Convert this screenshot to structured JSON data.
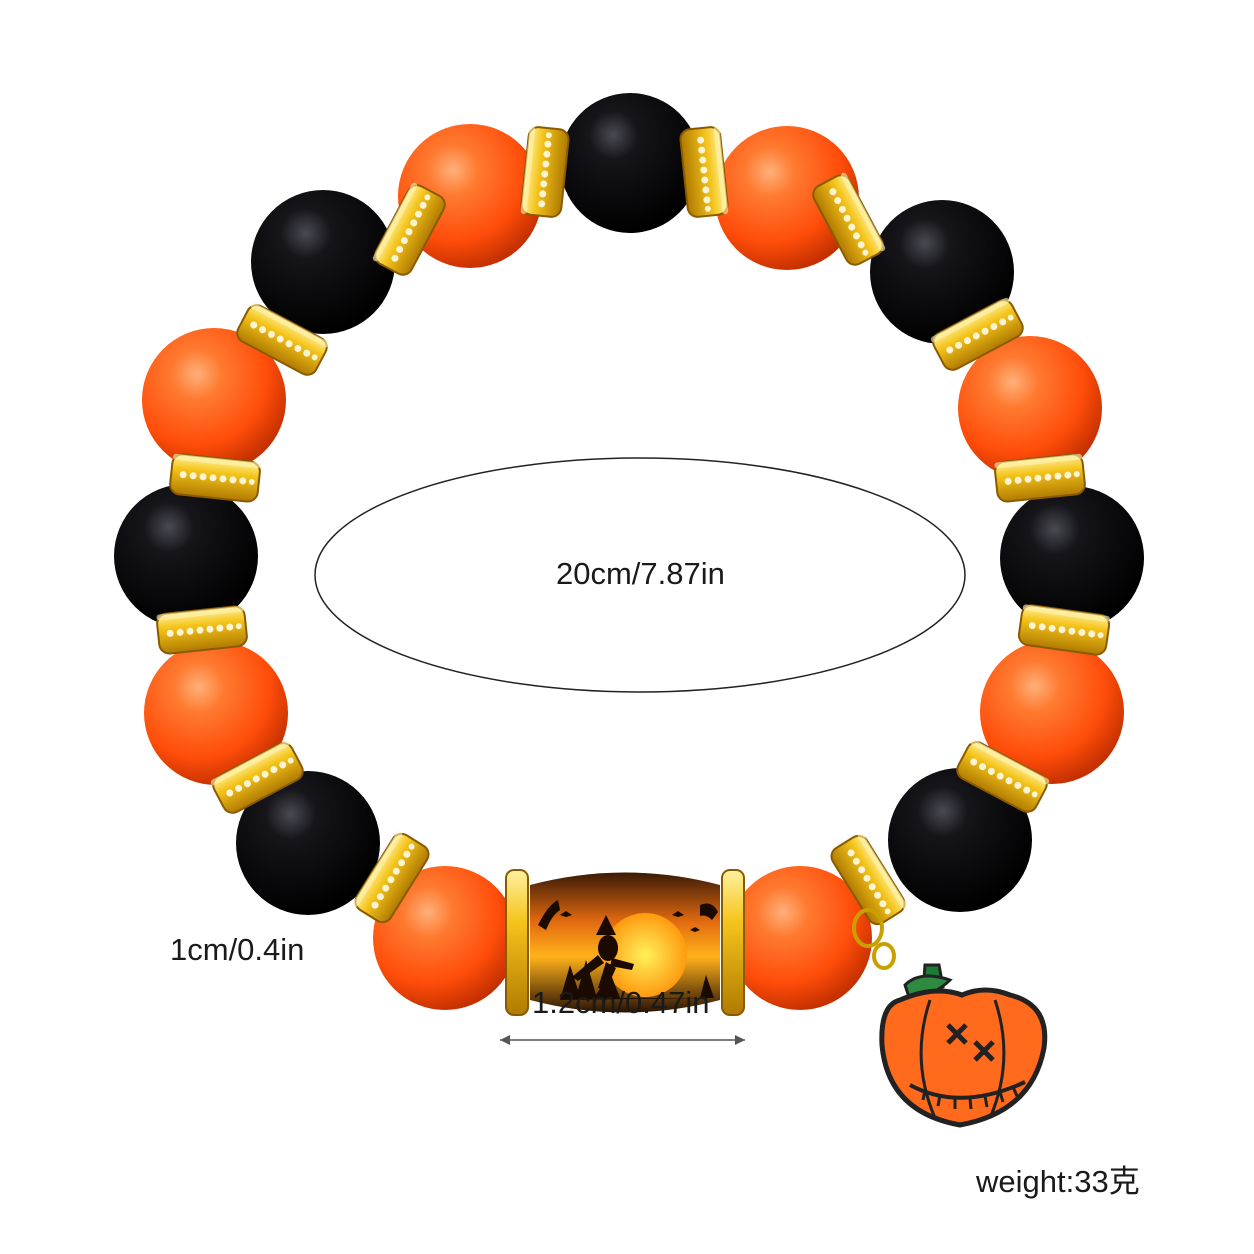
{
  "labels": {
    "circumference": "20cm/7.87in",
    "bead_size": "1cm/0.4in",
    "charm_width": "1.2cm/0.47in",
    "weight": "weight:33克"
  },
  "colors": {
    "orange_bead": "#ff5a14",
    "black_bead": "#0b0b0d",
    "gold_spacer": "#f2c21a",
    "pumpkin": "#ff6a1c",
    "outline": "#222222"
  },
  "icons": [
    "halloween-witch-barrel-bead",
    "pumpkin-charm-icon"
  ]
}
